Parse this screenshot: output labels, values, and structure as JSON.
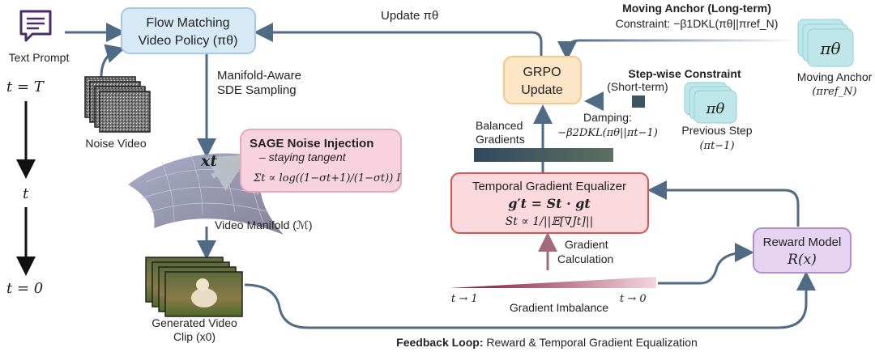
{
  "colors": {
    "policy_box": "#d8e9f6",
    "grpo_box": "#fde6c6",
    "equalizer_box": "#fbd9df",
    "sage_box": "#f8d3df",
    "reward_box": "#e6d3f1",
    "anchor_box": "#bfe7ea",
    "arrow": "#4f6b85"
  },
  "text_prompt": {
    "label": "Text Prompt",
    "icon": "chat-bubble-icon"
  },
  "policy": {
    "line1": "Flow Matching",
    "line2": "Video Policy (πθ)"
  },
  "noise_video": {
    "label": "Noise Video"
  },
  "timeline": {
    "top": "t = T",
    "mid": "t",
    "bottom": "t = 0"
  },
  "sampling": {
    "line1": "Manifold-Aware",
    "line2": "SDE Sampling"
  },
  "xt": "xt",
  "manifold": {
    "label": "Video Manifold (ℳ)"
  },
  "sage": {
    "title": "SAGE Noise Injection",
    "subtitle": "– staying tangent",
    "formula": "Σt ∝ log((1−σt+1)/(1−σt)) I"
  },
  "generated": {
    "line1": "Generated Video",
    "line2": "Clip (x0)"
  },
  "update": {
    "label": "Update πθ"
  },
  "moving_anchor": {
    "title": "Moving Anchor (Long-term)",
    "constraint": "Constraint: −β1DKL(πθ||πref_N)",
    "box": "πθ",
    "label1": "Moving Anchor",
    "label2": "(πref_N)"
  },
  "grpo": {
    "line1": "GRPO",
    "line2": "Update"
  },
  "step": {
    "title": "Step-wise Constraint",
    "subtitle": "(Short-term)",
    "damping": "Damping:",
    "formula": "−β2DKL(πθ||πt−1)",
    "box": "πθ",
    "label1": "Previous Step",
    "label2": "(πt−1)"
  },
  "balanced": {
    "line1": "Balanced",
    "line2": "Gradients"
  },
  "equalizer": {
    "title": "Temporal Gradient Equalizer",
    "formula1": "g′t = St · gt",
    "formula2": "St ∝ 1/||𝔼[∇Jt]||"
  },
  "gradient_calc": {
    "line1": "Gradient",
    "line2": "Calculation"
  },
  "imbalance": {
    "label": "Gradient Imbalance",
    "left": "t → 1",
    "right": "t → 0"
  },
  "reward": {
    "line1": "Reward Model",
    "line2": "R(x)"
  },
  "feedback": {
    "bold": "Feedback Loop:",
    "rest": " Reward & Temporal Gradient Equalization"
  }
}
